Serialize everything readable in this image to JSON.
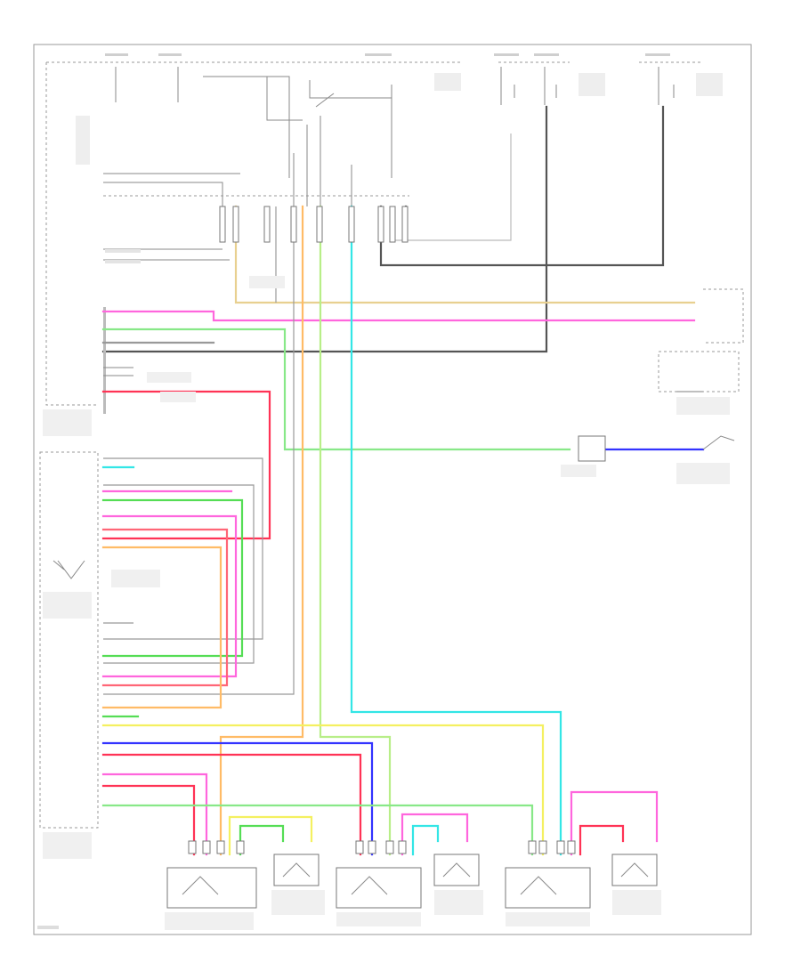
{
  "diagram": {
    "wire_colors": {
      "pink": "#ff66dd",
      "red": "#ff3355",
      "green": "#55dd55",
      "light_green": "#b8ee88",
      "yellow": "#f4f060",
      "cyan": "#33e6e6",
      "blue": "#3333ff",
      "orange": "#ffbb66",
      "tan": "#e8d090",
      "gray": "#999999",
      "black": "#444444",
      "lavender": "#cc99ee"
    },
    "components": [
      {
        "id": "main-body-ecu"
      },
      {
        "id": "power-window-master-switch"
      },
      {
        "id": "right-front-power-window-motor"
      },
      {
        "id": "front-passenger-switch"
      },
      {
        "id": "left-rear-power-window-motor"
      },
      {
        "id": "left-rear-window-switch"
      },
      {
        "id": "right-rear-power-window-motor"
      },
      {
        "id": "right-rear-window-switch"
      },
      {
        "id": "left-front-door-lock-switch"
      },
      {
        "id": "left-front-window-motor-connector"
      }
    ]
  }
}
